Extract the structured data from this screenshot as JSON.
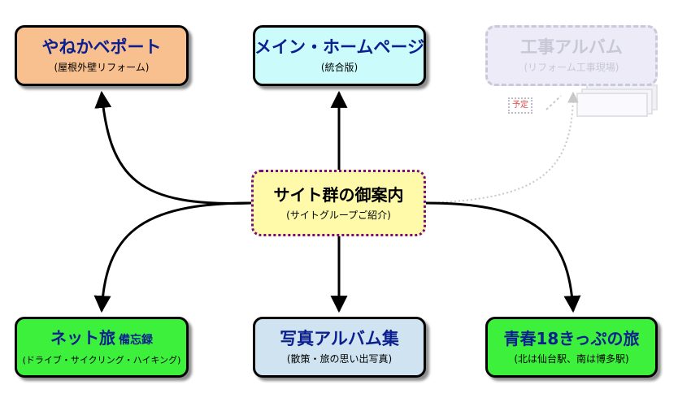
{
  "nodes": {
    "yane": {
      "title": "やねかベポート",
      "sub": "(屋根外壁リフォーム)"
    },
    "main": {
      "title": "メイン・ホームページ",
      "sub": "(統合版)"
    },
    "koji": {
      "title": "工事アルバム",
      "sub": "(リフォーム工事現場)",
      "badge": "予定"
    },
    "center": {
      "title": "サイト群の御案内",
      "sub": "(サイトグループご紹介)"
    },
    "net": {
      "title": "ネット旅",
      "title_small": "備忘録",
      "sub": "(ドライブ・サイクリング・ハイキング)"
    },
    "photo": {
      "title": "写真アルバム集",
      "sub": "(散策・旅の思い出写真)"
    },
    "seishun": {
      "title": "青春18きっぷの旅",
      "sub": "(北は仙台駅、南は博多駅)"
    }
  },
  "colors": {
    "yane": "#f9c08f",
    "main": "#ccfbfb",
    "koji": "#ecebf7",
    "center": "#fefaa9",
    "green": "#3cf03c",
    "photo": "#cfe3f1",
    "title_text": "#0b1f8f",
    "center_border": "#7a0b83"
  }
}
